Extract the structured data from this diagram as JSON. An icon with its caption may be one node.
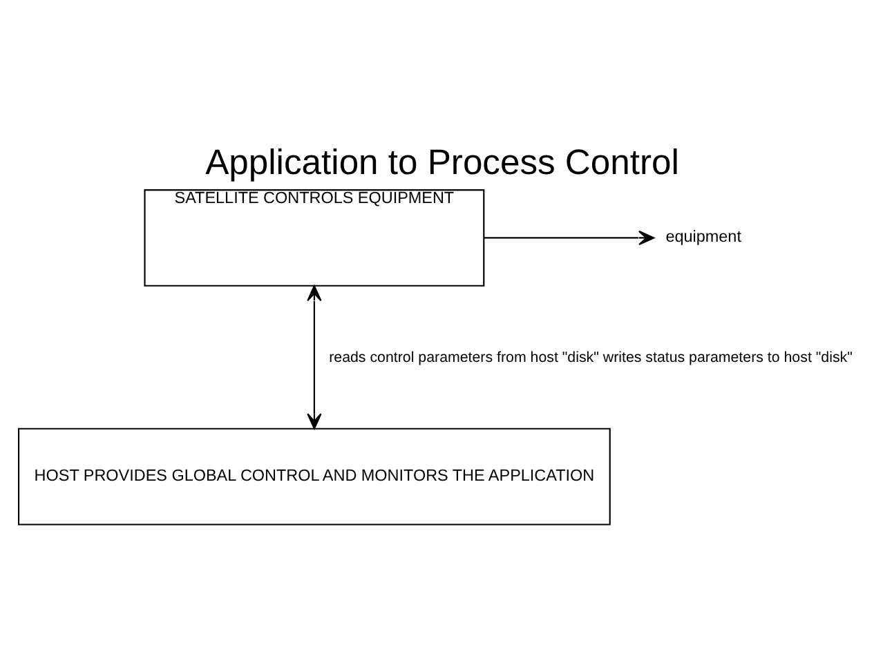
{
  "diagram": {
    "title": "Application to Process Control",
    "nodes": [
      {
        "text": [
          "SATELLITE CONTROLS EQUIPMENT"
        ]
      },
      {
        "text": [
          "HOST PROVIDES GLOBAL CONTROL AND MONITORS THE APPLICATION"
        ]
      },
      {
        "text": [
          "equipment"
        ]
      }
    ],
    "edges": [
      {
        "from": 0,
        "to": 2,
        "arrow": "to"
      },
      {
        "from": 0,
        "to": 1,
        "arrow": "both",
        "label": "reads control parameters from host \"disk\" writes status parameters to host \"disk\""
      }
    ]
  }
}
